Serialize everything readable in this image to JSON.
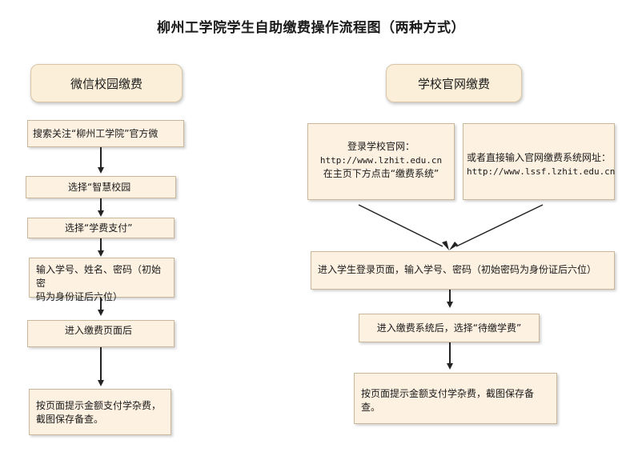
{
  "title": "柳州工学院学生自助缴费操作流程图（两种方式）",
  "left": {
    "header": "微信校园缴费",
    "steps": [
      "搜索关注“柳州工学院”官方微",
      "选择“智慧校园",
      "选择“学费支付”",
      "输入学号、姓名、密码（初始密码为身份证后六位）",
      "进入缴费页面后",
      "按页面提示金额支付学杂费，截图保存备查。"
    ],
    "step4_lines": [
      "输入学号、姓名、密码（初始密",
      "码为身份证后六位）"
    ],
    "step6_lines": [
      "按页面提示金额支付学杂费，",
      "截图保存备查。"
    ]
  },
  "right": {
    "header": "学校官网缴费",
    "option1": {
      "line1": "登录学校官网：",
      "url": "http://www.lzhit.edu.cn",
      "line3": "在主页下方点击“缴费系统”"
    },
    "option2": {
      "line1": "或者直接输入官网缴费系统网址：",
      "url": "http://www.lssf.lzhit.edu.cn"
    },
    "steps": [
      "进入学生登录页面，输入学号、密码（初始密码为身份证后六位）",
      "进入缴费系统后，选择“待缴学费”",
      "按页面提示金额支付学杂费，截图保存备查。"
    ]
  }
}
